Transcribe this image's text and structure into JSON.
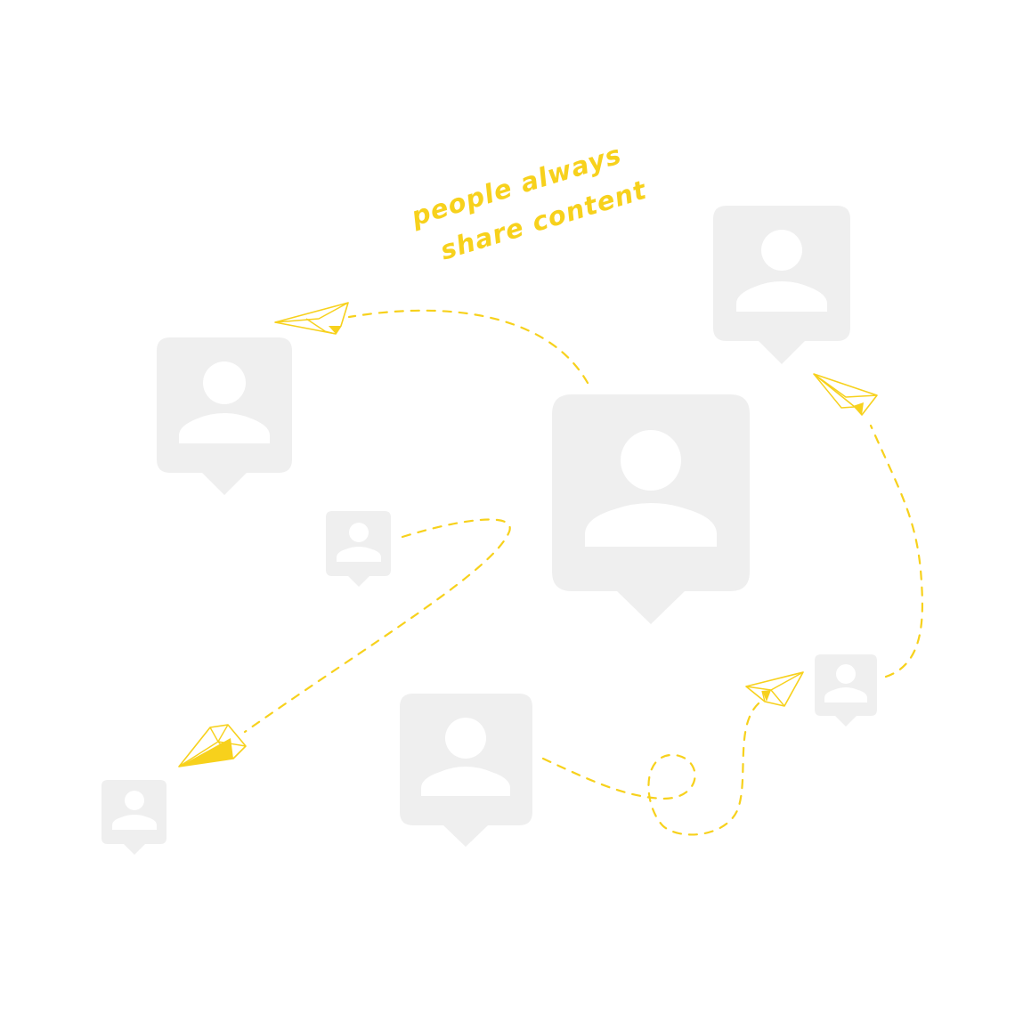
{
  "caption": {
    "line1": "people always",
    "line2": "share content"
  },
  "colors": {
    "background": "#ffffff",
    "accent": "#f7d11c",
    "pin": "#efefef",
    "person": "#ffffff"
  },
  "pins": [
    {
      "name": "pin-center-large",
      "icon": "person-icon"
    },
    {
      "name": "pin-top-right",
      "icon": "person-icon"
    },
    {
      "name": "pin-left",
      "icon": "person-icon"
    },
    {
      "name": "pin-small-middle",
      "icon": "person-icon"
    },
    {
      "name": "pin-bottom-center",
      "icon": "person-icon"
    },
    {
      "name": "pin-small-right",
      "icon": "person-icon"
    },
    {
      "name": "pin-small-bottom-left",
      "icon": "person-icon"
    }
  ],
  "planes": [
    {
      "name": "paper-plane-top-left",
      "icon": "paper-plane-icon"
    },
    {
      "name": "paper-plane-top-right",
      "icon": "paper-plane-icon"
    },
    {
      "name": "paper-plane-bottom-left",
      "icon": "paper-plane-icon"
    },
    {
      "name": "paper-plane-bottom-right",
      "icon": "paper-plane-icon"
    }
  ]
}
